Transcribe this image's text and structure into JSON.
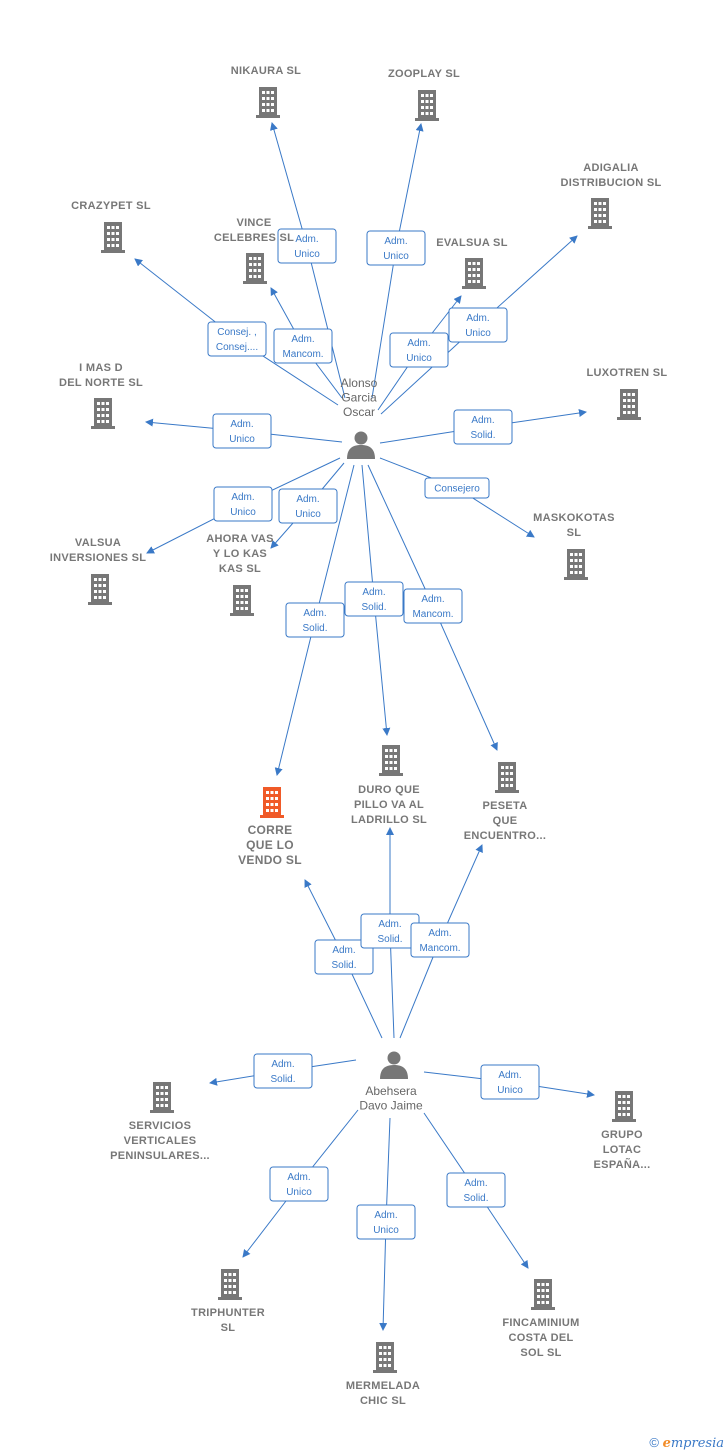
{
  "colors": {
    "edge": "#3a79c7",
    "node": "#777777",
    "focus": "#f05a28",
    "badge_border": "#3a79c7"
  },
  "persons": [
    {
      "id": "p1",
      "lines": [
        "Alonso",
        "Garcia",
        "Oscar"
      ]
    },
    {
      "id": "p2",
      "lines": [
        "Abehsera",
        "Davo Jaime"
      ]
    }
  ],
  "companies": [
    {
      "id": "nikaura",
      "lines": [
        "NIKAURA  SL"
      ]
    },
    {
      "id": "zooplay",
      "lines": [
        "ZOOPLAY  SL"
      ]
    },
    {
      "id": "adigalia",
      "lines": [
        "ADIGALIA",
        "DISTRIBUCION SL"
      ]
    },
    {
      "id": "crazypet",
      "lines": [
        "CRAZYPET  SL"
      ]
    },
    {
      "id": "vince",
      "lines": [
        "VINCE",
        "CELEBRES  SL"
      ]
    },
    {
      "id": "evalsua",
      "lines": [
        "EVALSUA SL"
      ]
    },
    {
      "id": "imasd",
      "lines": [
        "I MAS D",
        "DEL NORTE  SL"
      ]
    },
    {
      "id": "luxotren",
      "lines": [
        "LUXOTREN  SL"
      ]
    },
    {
      "id": "maskokotas",
      "lines": [
        "MASKOKOTAS",
        "SL"
      ]
    },
    {
      "id": "valsua",
      "lines": [
        "VALSUA",
        "INVERSIONES SL"
      ]
    },
    {
      "id": "ahoravas",
      "lines": [
        "AHORA VAS",
        "Y LO KAS",
        "KAS  SL"
      ]
    },
    {
      "id": "duro",
      "lines": [
        "DURO QUE",
        "PILLO VA AL",
        "LADRILLO  SL"
      ]
    },
    {
      "id": "peseta",
      "lines": [
        "PESETA",
        "QUE",
        "ENCUENTRO..."
      ]
    },
    {
      "id": "corre",
      "lines": [
        "CORRE",
        "QUE LO",
        "VENDO  SL"
      ],
      "focus": true
    },
    {
      "id": "servicios",
      "lines": [
        "SERVICIOS",
        "VERTICALES",
        "PENINSULARES..."
      ]
    },
    {
      "id": "grupo",
      "lines": [
        "GRUPO",
        "LOTAC",
        "ESPAÑA..."
      ]
    },
    {
      "id": "triphunter",
      "lines": [
        "TRIPHUNTER",
        "SL"
      ]
    },
    {
      "id": "fincaminium",
      "lines": [
        "FINCAMINIUM",
        "COSTA DEL",
        "SOL SL"
      ]
    },
    {
      "id": "mermelada",
      "lines": [
        "MERMELADA",
        "CHIC  SL"
      ]
    }
  ],
  "edges": [
    {
      "from": "p1",
      "to": "nikaura",
      "label": [
        "Adm.",
        "Unico"
      ]
    },
    {
      "from": "p1",
      "to": "zooplay",
      "label": [
        "Adm.",
        "Unico"
      ]
    },
    {
      "from": "p1",
      "to": "adigalia",
      "label": [
        "Adm.",
        "Unico"
      ]
    },
    {
      "from": "p1",
      "to": "crazypet",
      "label": [
        "Consej. ,",
        "Consej...."
      ]
    },
    {
      "from": "p1",
      "to": "vince",
      "label": [
        "Adm.",
        "Mancom."
      ]
    },
    {
      "from": "p1",
      "to": "evalsua",
      "label": [
        "Adm.",
        "Unico"
      ]
    },
    {
      "from": "p1",
      "to": "imasd",
      "label": [
        "Adm.",
        "Unico"
      ]
    },
    {
      "from": "p1",
      "to": "luxotren",
      "label": [
        "Adm.",
        "Solid."
      ]
    },
    {
      "from": "p1",
      "to": "maskokotas",
      "label": [
        "Consejero"
      ]
    },
    {
      "from": "p1",
      "to": "valsua",
      "label": [
        "Adm.",
        "Unico"
      ]
    },
    {
      "from": "p1",
      "to": "ahoravas",
      "label": [
        "Adm.",
        "Unico"
      ]
    },
    {
      "from": "p1",
      "to": "corre",
      "label": [
        "Adm.",
        "Solid."
      ]
    },
    {
      "from": "p1",
      "to": "duro",
      "label": [
        "Adm.",
        "Solid."
      ]
    },
    {
      "from": "p1",
      "to": "peseta",
      "label": [
        "Adm.",
        "Mancom."
      ]
    },
    {
      "from": "p2",
      "to": "corre",
      "label": [
        "Adm.",
        "Solid."
      ]
    },
    {
      "from": "p2",
      "to": "duro",
      "label": [
        "Adm.",
        "Solid."
      ]
    },
    {
      "from": "p2",
      "to": "peseta",
      "label": [
        "Adm.",
        "Mancom."
      ]
    },
    {
      "from": "p2",
      "to": "servicios",
      "label": [
        "Adm.",
        "Solid."
      ]
    },
    {
      "from": "p2",
      "to": "grupo",
      "label": [
        "Adm.",
        "Unico"
      ]
    },
    {
      "from": "p2",
      "to": "triphunter",
      "label": [
        "Adm.",
        "Unico"
      ]
    },
    {
      "from": "p2",
      "to": "mermelada",
      "label": [
        "Adm.",
        "Unico"
      ]
    },
    {
      "from": "p2",
      "to": "fincaminium",
      "label": [
        "Adm.",
        "Solid."
      ]
    }
  ],
  "footer": {
    "copyright": "©",
    "brand_initial": "e",
    "brand_rest": "mpresia"
  }
}
